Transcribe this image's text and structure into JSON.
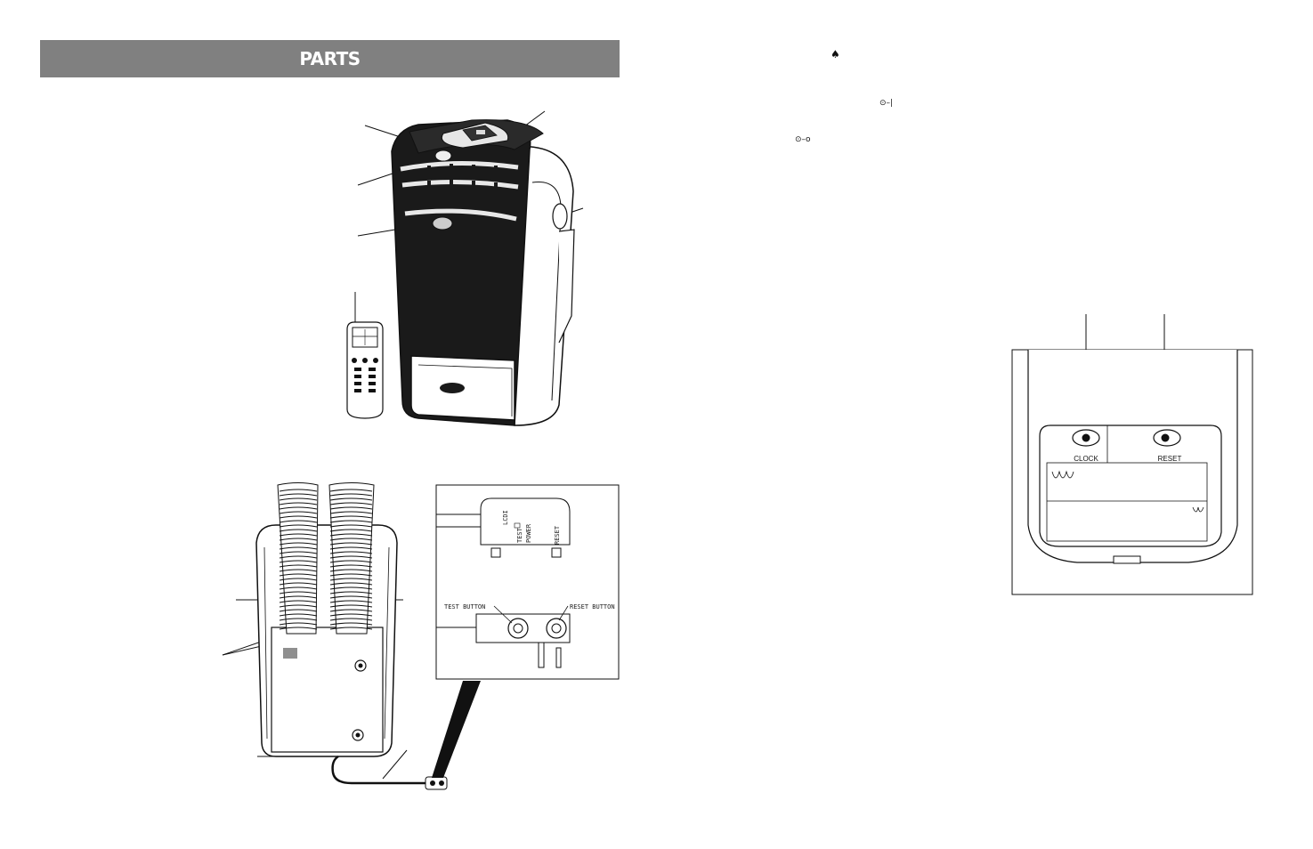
{
  "header": {
    "title": "PARTS"
  },
  "symbols": {
    "fan_icon": "fan-icon",
    "timer_on_icon": "timer-on-icon",
    "timer_off_icon": "timer-off-icon"
  },
  "plug_detail": {
    "lcdi_label": "LCDI",
    "power_label": "POWER",
    "test_label": "TEST",
    "reset_label": "RESET",
    "test_button_label": "TEST BUTTON",
    "reset_button_label": "RESET BUTTON"
  },
  "remote_back": {
    "clock_label": "CLOCK",
    "reset_label": "RESET"
  }
}
